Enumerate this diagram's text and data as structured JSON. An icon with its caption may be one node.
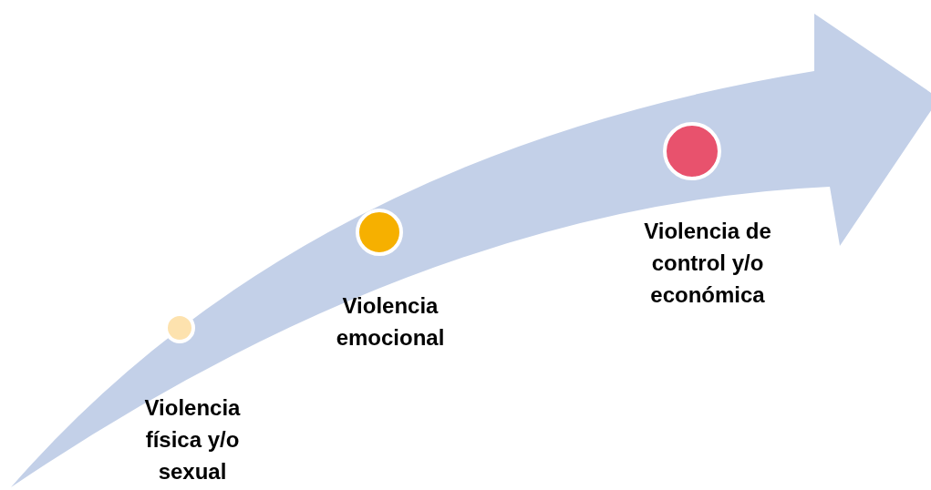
{
  "diagram": {
    "nodes": [
      {
        "text": [],
        "shape": "circle",
        "beside": [
          "Violencia física y/o sexual"
        ]
      },
      {
        "text": [],
        "shape": "circle",
        "beside": [
          "Violencia emocional"
        ]
      },
      {
        "text": [],
        "shape": "circle",
        "beside": [
          "Violencia de control y/o económica"
        ]
      }
    ]
  }
}
